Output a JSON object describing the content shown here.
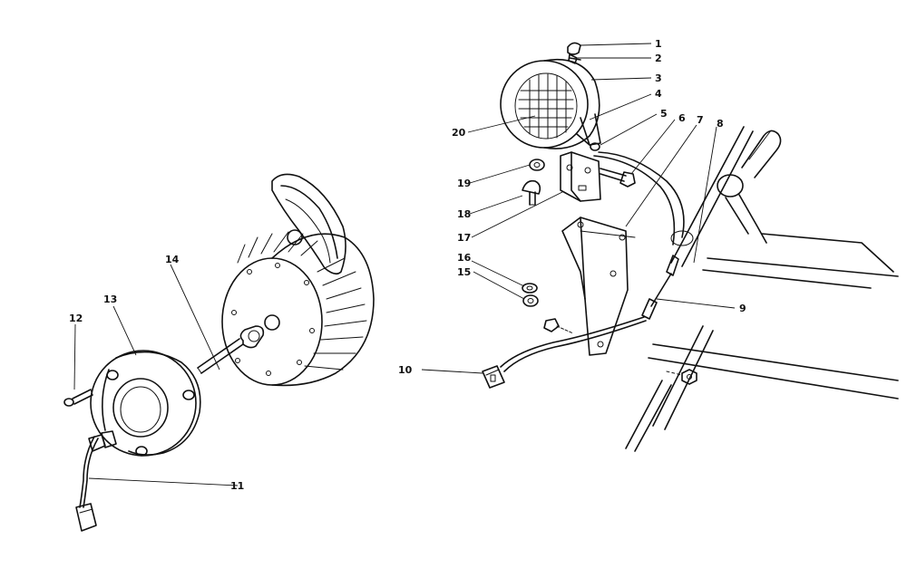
{
  "callouts": [
    {
      "id": "1",
      "label": "1"
    },
    {
      "id": "2",
      "label": "2"
    },
    {
      "id": "3",
      "label": "3"
    },
    {
      "id": "4",
      "label": "4"
    },
    {
      "id": "5",
      "label": "5"
    },
    {
      "id": "6",
      "label": "6"
    },
    {
      "id": "7",
      "label": "7"
    },
    {
      "id": "8",
      "label": "8"
    },
    {
      "id": "9",
      "label": "9"
    },
    {
      "id": "10",
      "label": "10"
    },
    {
      "id": "11",
      "label": "11"
    },
    {
      "id": "12",
      "label": "12"
    },
    {
      "id": "13",
      "label": "13"
    },
    {
      "id": "14",
      "label": "14"
    },
    {
      "id": "15",
      "label": "15"
    },
    {
      "id": "16",
      "label": "16"
    },
    {
      "id": "17",
      "label": "17"
    },
    {
      "id": "18",
      "label": "18"
    },
    {
      "id": "19",
      "label": "19"
    },
    {
      "id": "20",
      "label": "20"
    }
  ],
  "colors": {
    "ink": "#111111",
    "background": "#ffffff"
  }
}
